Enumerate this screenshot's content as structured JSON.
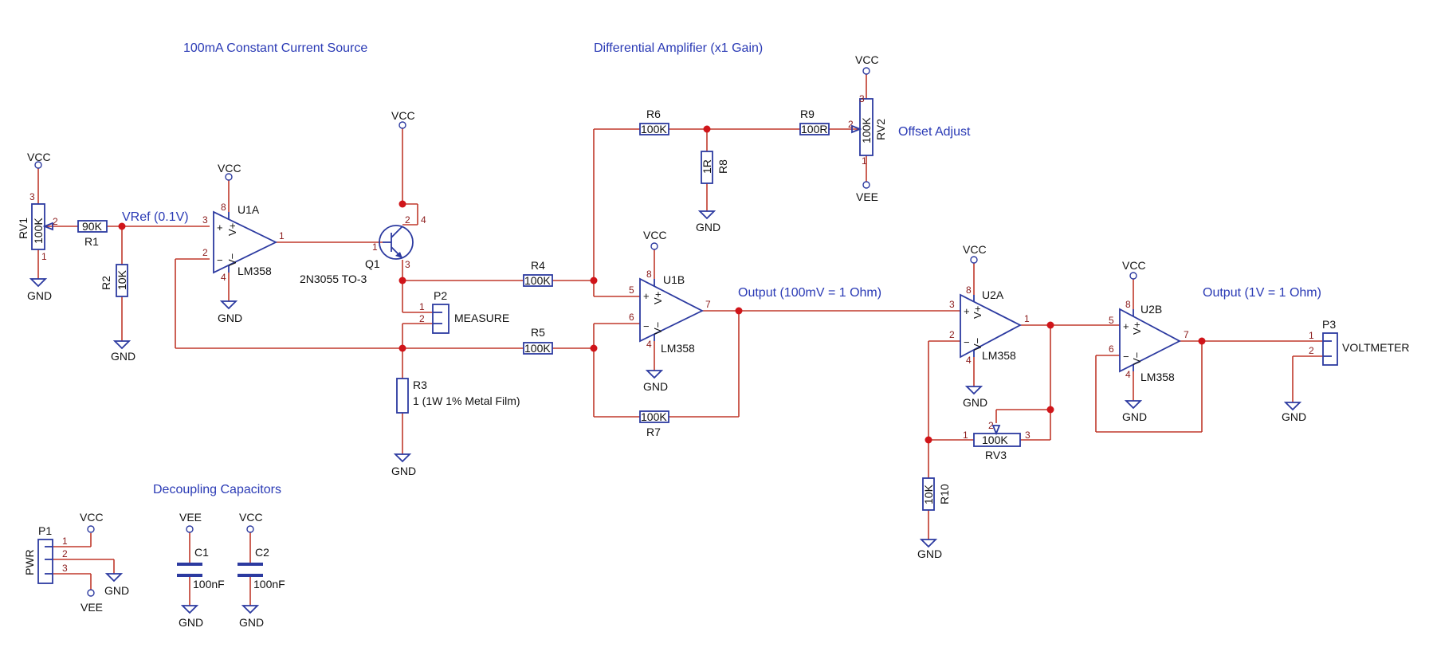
{
  "titles": {
    "ccs": "100mA Constant Current Source",
    "diff": "Differential Amplifier (x1 Gain)",
    "decoupling": "Decoupling Capacitors"
  },
  "nets": {
    "vref": "VRef (0.1V)",
    "offset": "Offset Adjust",
    "out1": "Output (100mV = 1 Ohm)",
    "out2": "Output (1V = 1 Ohm)"
  },
  "power": {
    "vcc": "VCC",
    "vee": "VEE",
    "gnd": "GND"
  },
  "opamps": {
    "u1a": {
      "ref": "U1A",
      "part": "LM358",
      "pins": [
        "3",
        "2",
        "1",
        "8",
        "4"
      ]
    },
    "u1b": {
      "ref": "U1B",
      "part": "LM358",
      "pins": [
        "5",
        "6",
        "7",
        "8",
        "4"
      ]
    },
    "u2a": {
      "ref": "U2A",
      "part": "LM358",
      "pins": [
        "3",
        "2",
        "1",
        "8",
        "4"
      ]
    },
    "u2b": {
      "ref": "U2B",
      "part": "LM358",
      "pins": [
        "5",
        "6",
        "7",
        "8",
        "4"
      ]
    },
    "signs": {
      "plus": "+",
      "minus": "−",
      "vplus": "V+",
      "vminus": "V−"
    }
  },
  "transistor": {
    "ref": "Q1",
    "part": "2N3055 TO-3",
    "pins": [
      "1",
      "2",
      "3",
      "4"
    ]
  },
  "resistors": {
    "r1": {
      "ref": "R1",
      "value": "90K"
    },
    "r2": {
      "ref": "R2",
      "value": "10K"
    },
    "r3": {
      "ref": "R3",
      "value": "1 (1W 1% Metal Film)"
    },
    "r4": {
      "ref": "R4",
      "value": "100K"
    },
    "r5": {
      "ref": "R5",
      "value": "100K"
    },
    "r6": {
      "ref": "R6",
      "value": "100K"
    },
    "r7": {
      "ref": "R7",
      "value": "100K"
    },
    "r8": {
      "ref": "R8",
      "value": "1R"
    },
    "r9": {
      "ref": "R9",
      "value": "100R"
    },
    "r10": {
      "ref": "R10",
      "value": "10K"
    }
  },
  "pots": {
    "rv1": {
      "ref": "RV1",
      "value": "100K",
      "pins": [
        "1",
        "2",
        "3"
      ]
    },
    "rv2": {
      "ref": "RV2",
      "value": "100K",
      "pins": [
        "1",
        "2",
        "3"
      ]
    },
    "rv3": {
      "ref": "RV3",
      "value": "100K",
      "pins": [
        "1",
        "2",
        "3"
      ]
    }
  },
  "caps": {
    "c1": {
      "ref": "C1",
      "value": "100nF"
    },
    "c2": {
      "ref": "C2",
      "value": "100nF"
    }
  },
  "connectors": {
    "p1": {
      "ref": "P1",
      "name": "PWR",
      "pins": [
        "1",
        "2",
        "3"
      ]
    },
    "p2": {
      "ref": "P2",
      "name": "MEASURE",
      "pins": [
        "1",
        "2"
      ]
    },
    "p3": {
      "ref": "P3",
      "name": "VOLTMETER",
      "pins": [
        "1",
        "2"
      ]
    }
  }
}
